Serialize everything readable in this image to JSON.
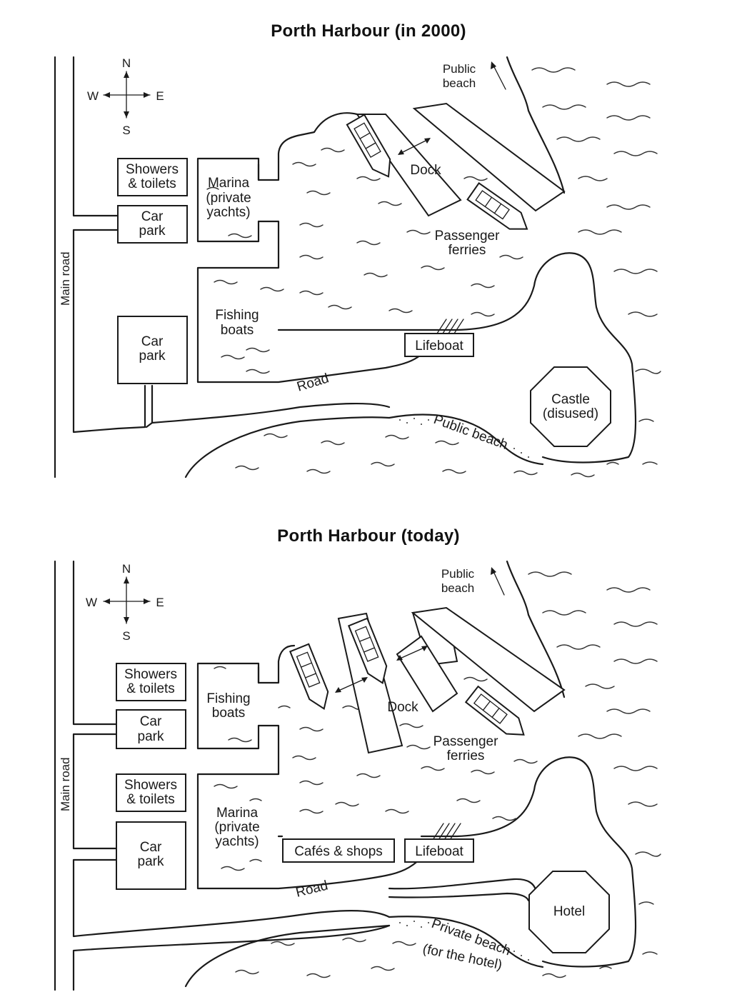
{
  "maps": [
    {
      "title": "Porth Harbour (in 2000)",
      "compass": {
        "n": "N",
        "s": "S",
        "e": "E",
        "w": "W"
      },
      "main_road": "Main road",
      "public_beach_top": [
        "Public",
        "beach"
      ],
      "showers_toilets": [
        "Showers",
        "& toilets"
      ],
      "car_park_1": [
        "Car",
        "park"
      ],
      "car_park_2": [
        "Car",
        "park"
      ],
      "upper_basin": [
        "Marina",
        "(private",
        "yachts)"
      ],
      "lower_basin": [
        "Fishing",
        "boats"
      ],
      "dock": "Dock",
      "ferries": [
        "Passenger",
        "ferries"
      ],
      "lifeboat": "Lifeboat",
      "road": "Road",
      "castle": [
        "Castle",
        "(disused)"
      ],
      "beach_bottom": "Public beach"
    },
    {
      "title": "Porth Harbour (today)",
      "compass": {
        "n": "N",
        "s": "S",
        "e": "E",
        "w": "W"
      },
      "main_road": "Main road",
      "public_beach_top": [
        "Public",
        "beach"
      ],
      "showers_toilets_1": [
        "Showers",
        "& toilets"
      ],
      "car_park_1": [
        "Car",
        "park"
      ],
      "showers_toilets_2": [
        "Showers",
        "& toilets"
      ],
      "car_park_2": [
        "Car",
        "park"
      ],
      "upper_basin": [
        "Fishing",
        "boats"
      ],
      "lower_basin": [
        "Marina",
        "(private",
        "yachts)"
      ],
      "dock": "Dock",
      "ferries": [
        "Passenger",
        "ferries"
      ],
      "cafes_shops": "Cafés & shops",
      "lifeboat": "Lifeboat",
      "road": "Road",
      "hotel": "Hotel",
      "beach_bottom": "Private beach",
      "beach_bottom_note": "(for the hotel)"
    }
  ]
}
